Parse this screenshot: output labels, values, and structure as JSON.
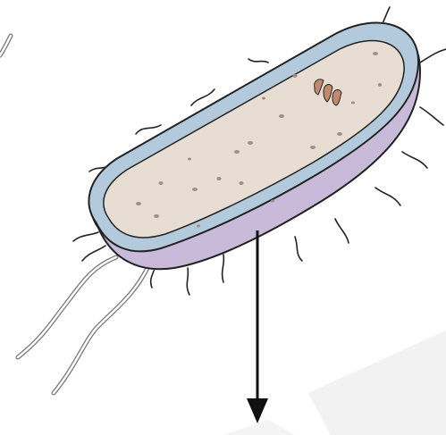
{
  "diagram": {
    "subject": "bacterium-cell-cross-section",
    "colors": {
      "outer_membrane": "#b3c9dc",
      "cell_wall_purple": "#c8bad8",
      "cytoplasm": "#e8ddd3",
      "granules": "#a88a8a",
      "ribosome_organelle": "#c08a6f",
      "outline": "#222222",
      "arrow": "#111111",
      "background_shape": "#f2f2f2"
    },
    "icons": [
      "bacterium-illustration",
      "down-arrow-icon",
      "flagellum"
    ]
  }
}
